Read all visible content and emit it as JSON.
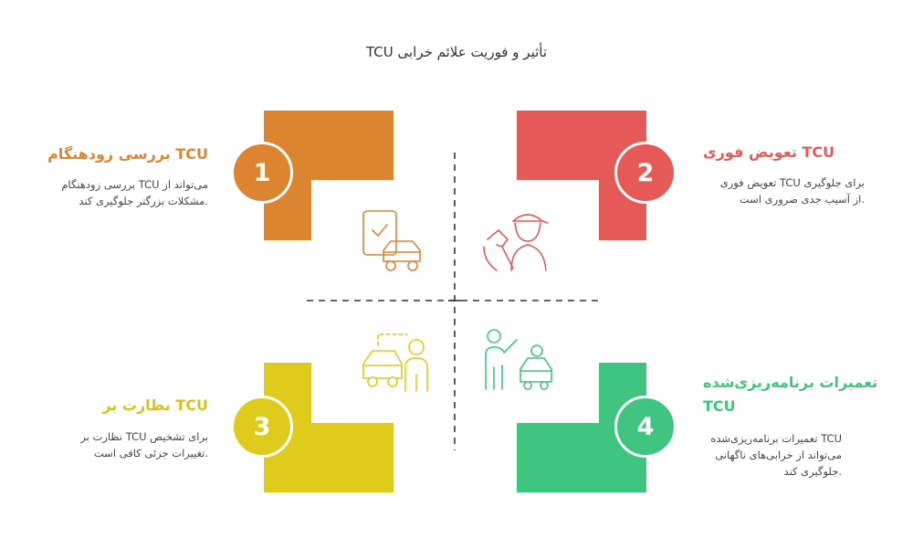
{
  "title": "TCU تأثیر و فوریت علائم خرابی",
  "colors": {
    "q1": "#dd8431",
    "q2": "#e55a57",
    "q3": "#dfcb1c",
    "q4": "#3fc580"
  },
  "quadrants": [
    {
      "number": "1",
      "title": "TCU بررسی زودهنگام",
      "desc_line1": "می‌تواند از TCU بررسی زودهنگام",
      "desc_line2": ".مشکلات بزرگتر جلوگیری کند",
      "icon": "phone-check-car-icon"
    },
    {
      "number": "2",
      "title": "TCU تعویض فوری",
      "desc_line1": "برای جلوگیری TCU تعویض فوری",
      "desc_line2": ".از آسیب جدی ضروری است",
      "icon": "mechanic-icon"
    },
    {
      "number": "3",
      "title": "TCU نظارت بر",
      "desc_line1": "برای تشخیص TCU نظارت بر",
      "desc_line2": ".تغییرات جزئی کافی است",
      "icon": "car-person-icon"
    },
    {
      "number": "4",
      "title_line1": "تعمیرات برنامه‌ریزی‌شده",
      "title_line2": "TCU",
      "desc_line1": "TCU تعمیرات برنامه‌ریزی‌شده",
      "desc_line2": "می‌تواند از خرابی‌های ناگهانی",
      "desc_line3": ".جلوگیری کند",
      "icon": "waving-person-car-icon"
    }
  ]
}
